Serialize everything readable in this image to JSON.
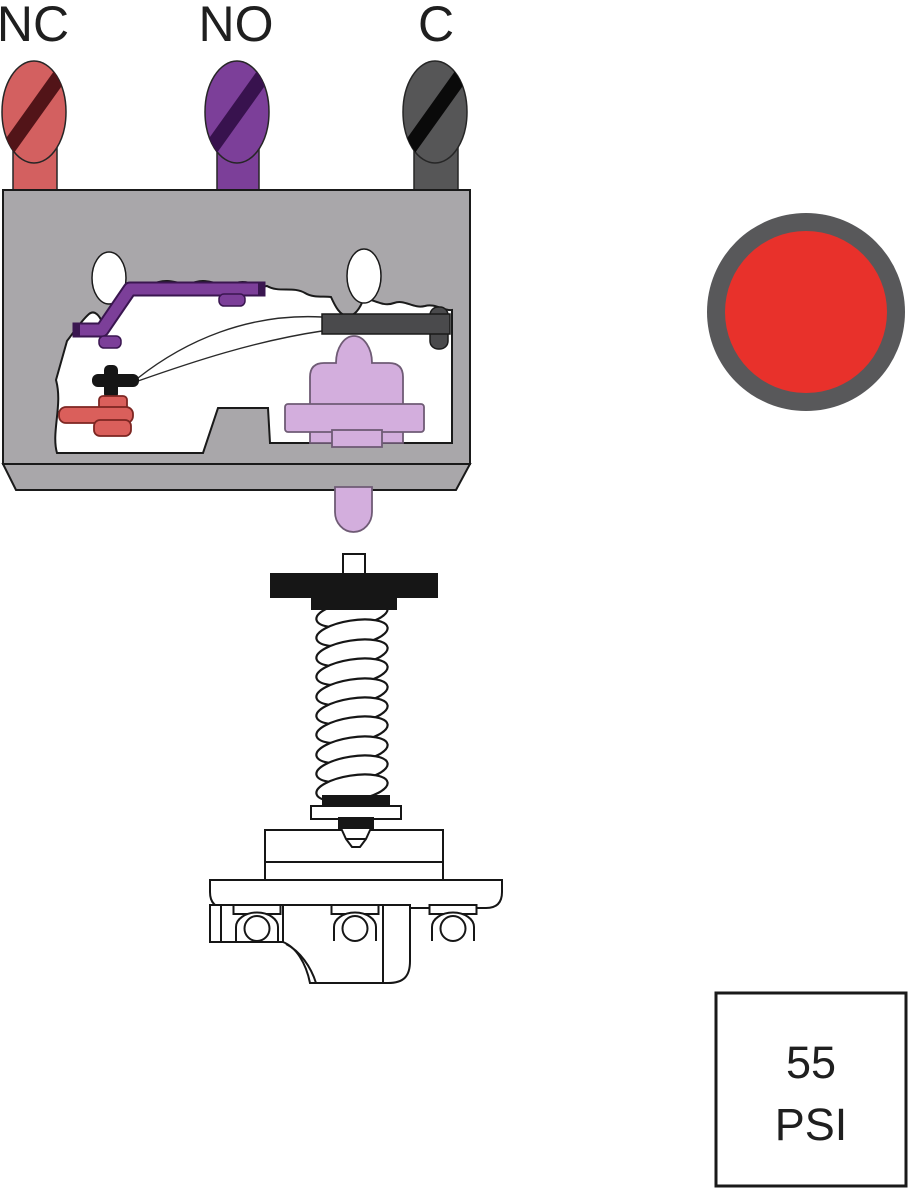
{
  "terminals": [
    {
      "id": "nc",
      "label": "NC",
      "screw_color": "#d36060",
      "slot_color": "#521418"
    },
    {
      "id": "no",
      "label": "NO",
      "screw_color": "#7c3f99",
      "slot_color": "#38124e"
    },
    {
      "id": "c",
      "label": "C",
      "screw_color": "#565657",
      "slot_color": "#0a0a0a"
    }
  ],
  "indicator": {
    "ring_color": "#58585a",
    "fill_color": "#e8312b"
  },
  "pressure_box": {
    "value": "55",
    "unit": "PSI"
  },
  "palette": {
    "body-gray": "#a9a7aa",
    "outline": "#1a1a1a",
    "ink": "#161616",
    "purple": "#7c3f99",
    "purple-dark": "#3a1650",
    "bar-gray": "#4a4a4c",
    "contact-red": "#da5f5b",
    "contact-red-edge": "#7d2622",
    "lavender": "#d3aedd",
    "lavender-edge": "#6f5b75",
    "wire": "#2a2a2a",
    "label-ink": "#1f1f1f",
    "white": "#ffffff"
  }
}
